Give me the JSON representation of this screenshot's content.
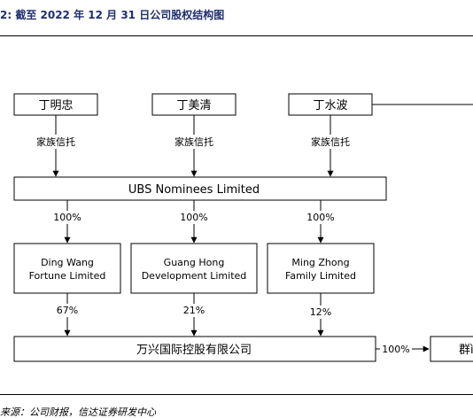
{
  "title": "2:  截至 2022 年 12 月 31 日公司股权结构图",
  "founders": [
    {
      "name": "丁明忠",
      "trust_label": "家族信托"
    },
    {
      "name": "丁美清",
      "trust_label": "家族信托"
    },
    {
      "name": "丁水波",
      "trust_label": "家族信托"
    }
  ],
  "nominee": "UBS Nominees Limited",
  "holdings": [
    {
      "stake_from_nominee": "100%",
      "line1": "Ding Wang",
      "line2": "Fortune Limited",
      "stake_in_company": "67%"
    },
    {
      "stake_from_nominee": "100%",
      "line1": "Guang Hong",
      "line2": "Development Limited",
      "stake_in_company": "21%"
    },
    {
      "stake_from_nominee": "100%",
      "line1": "Ming Zhong",
      "line2": "Family Limited",
      "stake_in_company": "12%"
    }
  ],
  "company": "万兴国际控股有限公司",
  "subsidiary": {
    "stake": "100%",
    "name": "群ì"
  },
  "source": "来源：公司财报，信达证券研发中心"
}
